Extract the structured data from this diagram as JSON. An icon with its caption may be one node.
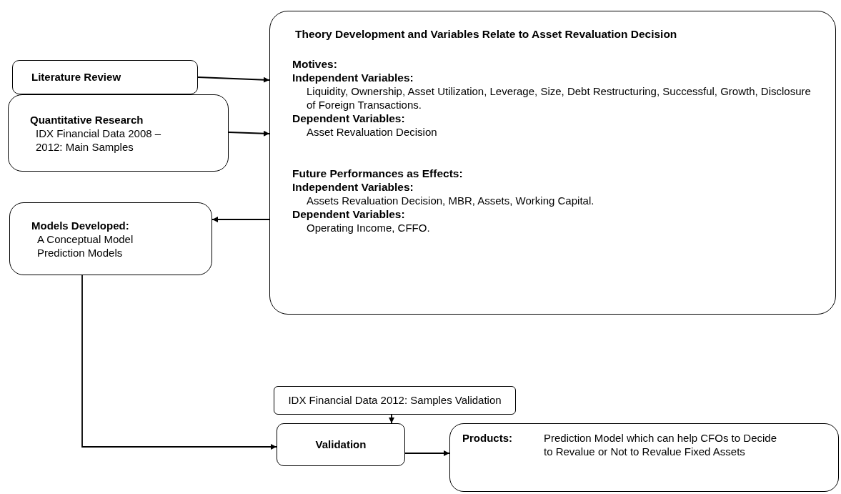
{
  "diagram": {
    "nodes": [
      {
        "text": [
          "Literature Review"
        ]
      },
      {
        "text": [
          "Quantitative Research",
          "IDX Financial Data 2008 – 2012: Main Samples"
        ]
      },
      {
        "text": [
          "Models Developed:",
          "A Conceptual Model",
          "Prediction Models"
        ]
      },
      {
        "text": [
          "Theory Development and Variables Relate to Asset Revaluation Decision",
          "Motives:",
          "Independent  Variables:",
          "Liquidity, Ownership, Asset Utilization, Leverage, Size, Debt Restructuring, Successful, Growth, Disclosure of Foreign Transactions.",
          "Dependent Variables:",
          "Asset Revaluation Decision",
          "Future Performances as Effects:",
          "Independent  Variables:",
          "Assets Revaluation Decision, MBR, Assets, Working Capital.",
          "Dependent Variables:",
          "Operating Income, CFFO."
        ]
      },
      {
        "text": [
          "IDX Financial Data 2012: Samples Validation"
        ]
      },
      {
        "text": [
          "Validation"
        ]
      },
      {
        "text": [
          "Products:",
          "Prediction Model which can help CFOs to Decide to Revalue or Not to Revalue Fixed Assets"
        ]
      }
    ],
    "edges": [
      {
        "from": 0,
        "to": 3,
        "arrow": "to"
      },
      {
        "from": 1,
        "to": 3,
        "arrow": "to"
      },
      {
        "from": 3,
        "to": 2,
        "arrow": "to"
      },
      {
        "from": 4,
        "to": 5,
        "arrow": "to"
      },
      {
        "from": 2,
        "to": 5,
        "arrow": "to"
      },
      {
        "from": 5,
        "to": 6,
        "arrow": "to"
      }
    ]
  }
}
